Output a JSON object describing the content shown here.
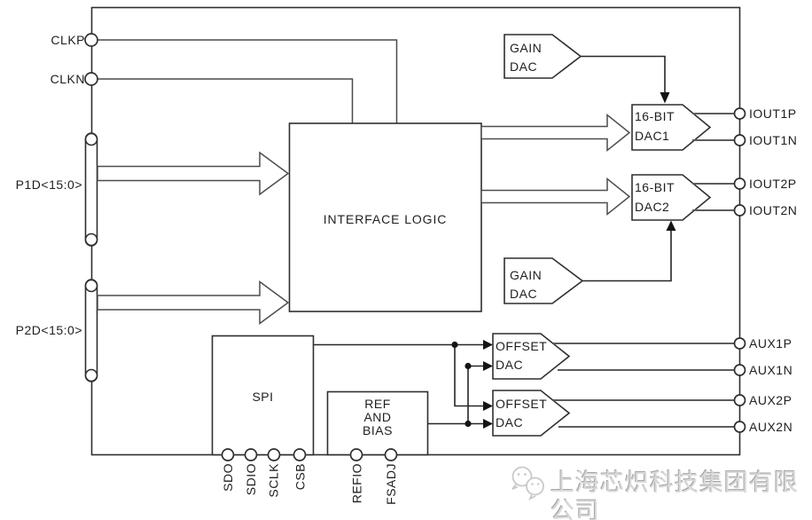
{
  "chip": {
    "left_pins": {
      "clkp": "CLKP",
      "clkn": "CLKN",
      "p1d": "P1D<15:0>",
      "p2d": "P2D<15:0>"
    },
    "right_pins": {
      "iout1p": "IOUT1P",
      "iout1n": "IOUT1N",
      "iout2p": "IOUT2P",
      "iout2n": "IOUT2N",
      "aux1p": "AUX1P",
      "aux1n": "AUX1N",
      "aux2p": "AUX2P",
      "aux2n": "AUX2N"
    },
    "bottom_pins": {
      "sdo": "SDO",
      "sdio": "SDIO",
      "sclk": "SCLK",
      "csb": "CSB",
      "refio": "REFIO",
      "fsadj": "FSADJ"
    },
    "blocks": {
      "interface_logic": "INTERFACE LOGIC",
      "spi": "SPI",
      "ref_bias": {
        "l1": "REF",
        "l2": "AND",
        "l3": "BIAS"
      },
      "gain_dac_top": {
        "l1": "GAIN",
        "l2": "DAC"
      },
      "gain_dac_bottom": {
        "l1": "GAIN",
        "l2": "DAC"
      },
      "dac1": {
        "l1": "16-BIT",
        "l2": "DAC1"
      },
      "dac2": {
        "l1": "16-BIT",
        "l2": "DAC2"
      },
      "offset_dac1": {
        "l1": "OFFSET",
        "l2": "DAC"
      },
      "offset_dac2": {
        "l1": "OFFSET",
        "l2": "DAC"
      }
    }
  },
  "watermark": {
    "company": "上海芯炽科技集团有限公司"
  },
  "colors": {
    "line": "#2f2f2f",
    "wire_gray": "#5d5d5d",
    "watermark_gray": "#d9d9d9"
  }
}
